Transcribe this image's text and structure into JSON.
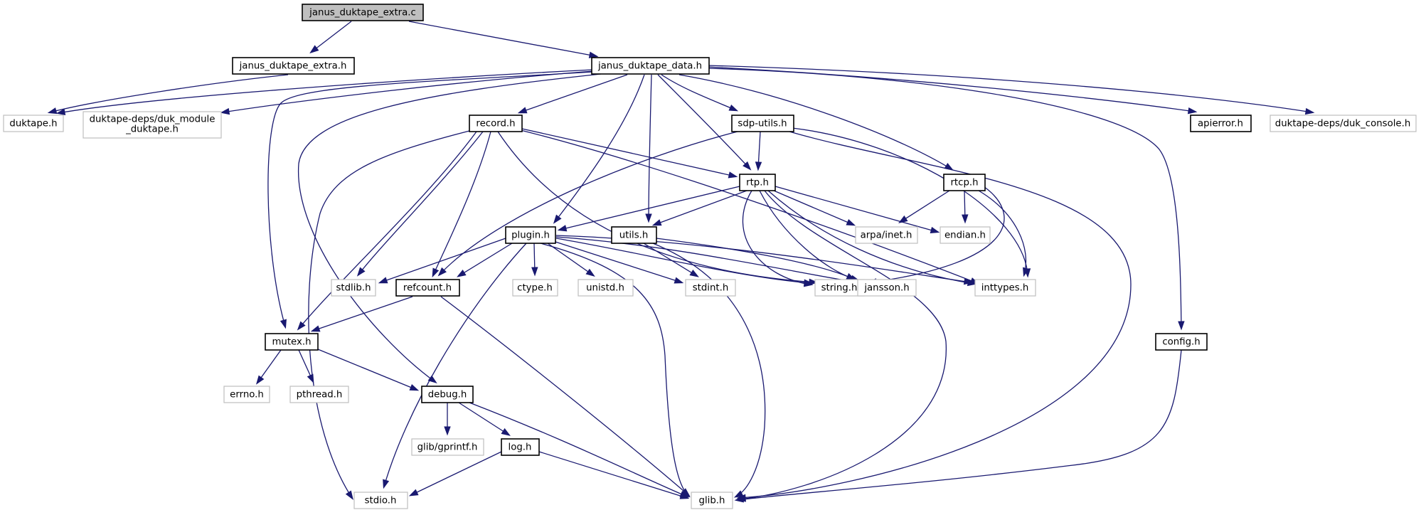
{
  "diagram": {
    "edge_color": "#191970",
    "node_border_color": "#000000",
    "external_border_color": "#bfbfbf",
    "root_fill": "#bfbfbf",
    "nodes": {
      "janus_duktape_extra_c": "janus_duktape_extra.c",
      "janus_duktape_extra_h": "janus_duktape_extra.h",
      "janus_duktape_data_h": "janus_duktape_data.h",
      "duktape_h": "duktape.h",
      "duk_module_line1": "duktape-deps/duk_module",
      "duk_module_line2": "_duktape.h",
      "record_h": "record.h",
      "sdp_utils_h": "sdp-utils.h",
      "apierror_h": "apierror.h",
      "duk_console_h": "duktape-deps/duk_console.h",
      "rtp_h": "rtp.h",
      "rtcp_h": "rtcp.h",
      "plugin_h": "plugin.h",
      "utils_h": "utils.h",
      "arpa_inet_h": "arpa/inet.h",
      "endian_h": "endian.h",
      "stdlib_h": "stdlib.h",
      "refcount_h": "refcount.h",
      "ctype_h": "ctype.h",
      "unistd_h": "unistd.h",
      "stdint_h": "stdint.h",
      "string_h": "string.h",
      "jansson_h": "jansson.h",
      "inttypes_h": "inttypes.h",
      "mutex_h": "mutex.h",
      "config_h": "config.h",
      "errno_h": "errno.h",
      "pthread_h": "pthread.h",
      "debug_h": "debug.h",
      "glib_gprintf_h": "glib/gprintf.h",
      "log_h": "log.h",
      "stdio_h": "stdio.h",
      "glib_h": "glib.h"
    },
    "edges": [
      [
        "janus_duktape_extra.c",
        "janus_duktape_extra.h"
      ],
      [
        "janus_duktape_extra.c",
        "janus_duktape_data.h"
      ],
      [
        "janus_duktape_extra.h",
        "duktape.h"
      ],
      [
        "janus_duktape_data.h",
        "duktape.h"
      ],
      [
        "janus_duktape_data.h",
        "duktape-deps/duk_module_duktape.h"
      ],
      [
        "janus_duktape_data.h",
        "mutex.h"
      ],
      [
        "janus_duktape_data.h",
        "debug.h"
      ],
      [
        "janus_duktape_data.h",
        "record.h"
      ],
      [
        "janus_duktape_data.h",
        "plugin.h"
      ],
      [
        "janus_duktape_data.h",
        "utils.h"
      ],
      [
        "janus_duktape_data.h",
        "rtp.h"
      ],
      [
        "janus_duktape_data.h",
        "sdp-utils.h"
      ],
      [
        "janus_duktape_data.h",
        "rtcp.h"
      ],
      [
        "janus_duktape_data.h",
        "config.h"
      ],
      [
        "janus_duktape_data.h",
        "apierror.h"
      ],
      [
        "janus_duktape_data.h",
        "duktape-deps/duk_console.h"
      ],
      [
        "record.h",
        "stdio.h"
      ],
      [
        "record.h",
        "stdlib.h"
      ],
      [
        "record.h",
        "mutex.h"
      ],
      [
        "record.h",
        "refcount.h"
      ],
      [
        "record.h",
        "string.h"
      ],
      [
        "record.h",
        "rtp.h"
      ],
      [
        "record.h",
        "inttypes.h"
      ],
      [
        "sdp-utils.h",
        "rtp.h"
      ],
      [
        "sdp-utils.h",
        "refcount.h"
      ],
      [
        "sdp-utils.h",
        "glib.h"
      ],
      [
        "sdp-utils.h",
        "inttypes.h"
      ],
      [
        "rtp.h",
        "plugin.h"
      ],
      [
        "rtp.h",
        "utils.h"
      ],
      [
        "rtp.h",
        "string.h"
      ],
      [
        "rtp.h",
        "jansson.h"
      ],
      [
        "rtp.h",
        "arpa/inet.h"
      ],
      [
        "rtp.h",
        "endian.h"
      ],
      [
        "rtp.h",
        "inttypes.h"
      ],
      [
        "rtp.h",
        "glib.h"
      ],
      [
        "rtcp.h",
        "arpa/inet.h"
      ],
      [
        "rtcp.h",
        "endian.h"
      ],
      [
        "rtcp.h",
        "inttypes.h"
      ],
      [
        "rtcp.h",
        "string.h"
      ],
      [
        "plugin.h",
        "stdlib.h"
      ],
      [
        "plugin.h",
        "refcount.h"
      ],
      [
        "plugin.h",
        "stdio.h"
      ],
      [
        "plugin.h",
        "ctype.h"
      ],
      [
        "plugin.h",
        "unistd.h"
      ],
      [
        "plugin.h",
        "stdint.h"
      ],
      [
        "plugin.h",
        "string.h"
      ],
      [
        "plugin.h",
        "jansson.h"
      ],
      [
        "plugin.h",
        "inttypes.h"
      ],
      [
        "plugin.h",
        "glib.h"
      ],
      [
        "utils.h",
        "stdint.h"
      ],
      [
        "utils.h",
        "glib.h"
      ],
      [
        "utils.h",
        "jansson.h"
      ],
      [
        "refcount.h",
        "mutex.h"
      ],
      [
        "refcount.h",
        "glib.h"
      ],
      [
        "mutex.h",
        "errno.h"
      ],
      [
        "mutex.h",
        "pthread.h"
      ],
      [
        "mutex.h",
        "debug.h"
      ],
      [
        "debug.h",
        "glib/gprintf.h"
      ],
      [
        "debug.h",
        "log.h"
      ],
      [
        "debug.h",
        "glib.h"
      ],
      [
        "log.h",
        "stdio.h"
      ],
      [
        "log.h",
        "glib.h"
      ],
      [
        "config.h",
        "glib.h"
      ]
    ]
  }
}
